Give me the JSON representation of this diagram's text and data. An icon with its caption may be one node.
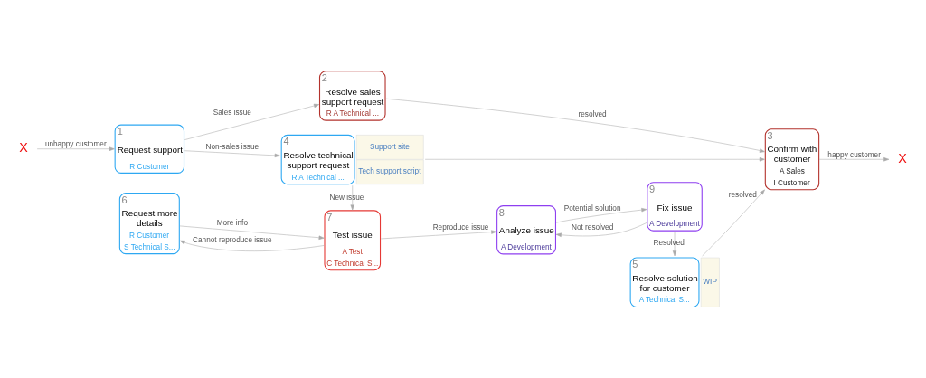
{
  "diagram": {
    "nodes": [
      {
        "text": [
          "X"
        ]
      },
      {
        "text": [
          "1",
          "Request support",
          "R Customer"
        ]
      },
      {
        "text": [
          "2",
          "Resolve sales support request",
          "R A Technical ..."
        ]
      },
      {
        "text": [
          "3",
          "Confirm with customer",
          "A Sales",
          "I Customer"
        ]
      },
      {
        "text": [
          "4",
          "Resolve technical support request",
          "R A Technical ..."
        ],
        "beside": [
          "Support site",
          "Tech support script"
        ]
      },
      {
        "text": [
          "5",
          "Resolve solution for customer",
          "A Technical S..."
        ],
        "beside": [
          "WIP"
        ]
      },
      {
        "text": [
          "6",
          "Request more details",
          "R Customer",
          "S Technical S..."
        ]
      },
      {
        "text": [
          "7",
          "Test issue",
          "A Test",
          "C Technical S..."
        ]
      },
      {
        "text": [
          "8",
          "Analyze issue",
          "A Development"
        ]
      },
      {
        "text": [
          "9",
          "Fix issue",
          "A Development"
        ]
      },
      {
        "text": [
          "X"
        ]
      }
    ],
    "edges": [
      {
        "from": 0,
        "to": 1,
        "arrow": "to",
        "label": "unhappy customer"
      },
      {
        "from": 1,
        "to": 2,
        "arrow": "to",
        "label": "Sales issue"
      },
      {
        "from": 1,
        "to": 4,
        "arrow": "to",
        "label": "Non-sales issue"
      },
      {
        "from": 2,
        "to": 3,
        "arrow": "to",
        "label": "resolved"
      },
      {
        "from": 4,
        "to": 3,
        "arrow": "to"
      },
      {
        "from": 5,
        "to": 3,
        "arrow": "to",
        "label": "resolved"
      },
      {
        "from": 3,
        "to": 10,
        "arrow": "to",
        "label": "happy customer"
      },
      {
        "from": 4,
        "to": 7,
        "arrow": "to",
        "label": "New issue"
      },
      {
        "from": 7,
        "to": 6,
        "arrow": "to",
        "label": "Cannot reproduce issue"
      },
      {
        "from": 6,
        "to": 7,
        "arrow": "to",
        "label": "More info"
      },
      {
        "from": 7,
        "to": 8,
        "arrow": "to",
        "label": "Reproduce issue"
      },
      {
        "from": 8,
        "to": 9,
        "arrow": "to",
        "label": "Potential solution"
      },
      {
        "from": 9,
        "to": 8,
        "arrow": "to",
        "label": "Not resolved"
      },
      {
        "from": 9,
        "to": 5,
        "arrow": "to",
        "label": "Resolved"
      }
    ]
  }
}
